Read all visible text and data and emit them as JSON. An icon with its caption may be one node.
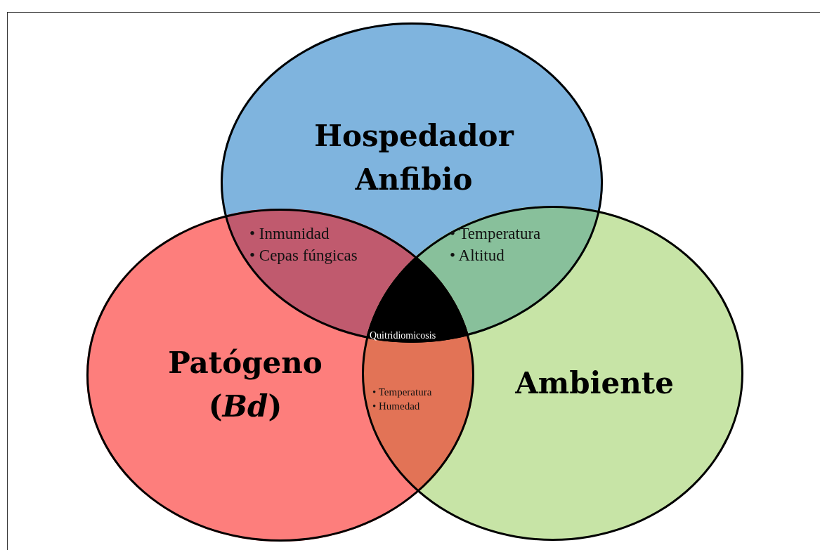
{
  "diagram": {
    "nodes": [
      {
        "text": [
          "Hospedador Anfibio"
        ]
      },
      {
        "text": [
          "Patógeno (*Bd*)"
        ]
      },
      {
        "text": [
          "Ambiente"
        ]
      }
    ],
    "labels": [
      "• Inmunidad",
      "• Cepas fúngicas",
      "• Temperatura",
      "• Altitud",
      "Quitridiomicosis",
      "• Temperatura",
      "• Humedad"
    ]
  }
}
